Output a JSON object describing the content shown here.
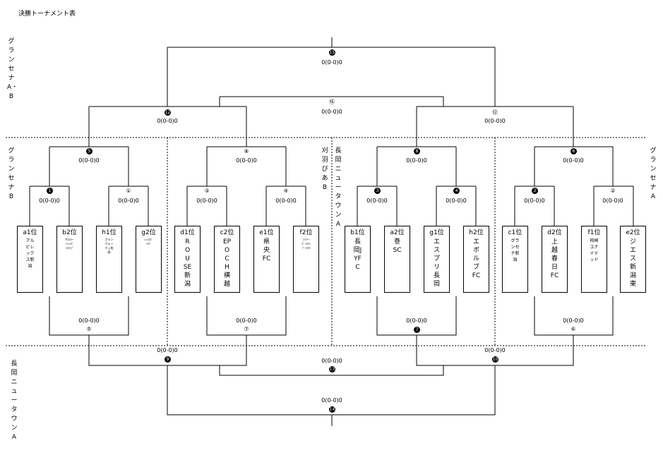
{
  "title": "決勝トーナメント表",
  "score": "0(0-0)0",
  "side_labels": {
    "top_left": "グランセナA・B",
    "mid_left": "グランセナB",
    "mid_center_a": "刈羽ぴあB",
    "mid_center_b": "長岡ニュータウンA",
    "mid_right": "グランセナA",
    "bottom_left": "長岡ニュータウンA"
  },
  "match_numbers": {
    "m1": "1",
    "m2": "2",
    "m3": "3",
    "m4": "4",
    "m5": "5",
    "m6": "6",
    "m7": "7",
    "m8": "8",
    "c1": "①",
    "c2": "②",
    "c3": "③",
    "c4": "④",
    "c5": "⑤",
    "c6": "⑥",
    "c7": "⑦",
    "c8": "⑧",
    "m9": "9",
    "m10": "10",
    "m12": "12",
    "m13": "13",
    "m14": "14",
    "m15": "15",
    "c12": "⑫",
    "c16": "⑯"
  },
  "teams": [
    {
      "rank": "a1位",
      "name": "アルビレックス新潟"
    },
    {
      "rank": "b2位",
      "name": "ｻｳｽｽﾄｰﾝﾌｯﾄﾎﾞｰﾙｸﾗﾌﾞ"
    },
    {
      "rank": "h1位",
      "name": "グランヴォーチェ柏崎"
    },
    {
      "rank": "g2位",
      "name": "ﾚｯｸｽﾎﾞｰﾙｸﾞ"
    },
    {
      "rank": "d1位",
      "name": "ROUSE新潟"
    },
    {
      "rank": "c2位",
      "name": "EPOCH横越"
    },
    {
      "rank": "e1位",
      "name": "県央FC"
    },
    {
      "rank": "f2位",
      "name": "ﾌｧﾐﾘｰﾎﾞｰﾙｸﾗﾌﾞﾐﾗｸﾙ"
    },
    {
      "rank": "b1位",
      "name": "長岡JYFC"
    },
    {
      "rank": "a2位",
      "name": "巻SC"
    },
    {
      "rank": "g1位",
      "name": "エスプリ長岡"
    },
    {
      "rank": "h2位",
      "name": "エボルブFC"
    },
    {
      "rank": "c1位",
      "name": "グランセナ新潟"
    },
    {
      "rank": "d2位",
      "name": "上越春日FC"
    },
    {
      "rank": "f1位",
      "name": "柏崎ユナイテッド"
    },
    {
      "rank": "e2位",
      "name": "ジエス新潟東"
    }
  ]
}
